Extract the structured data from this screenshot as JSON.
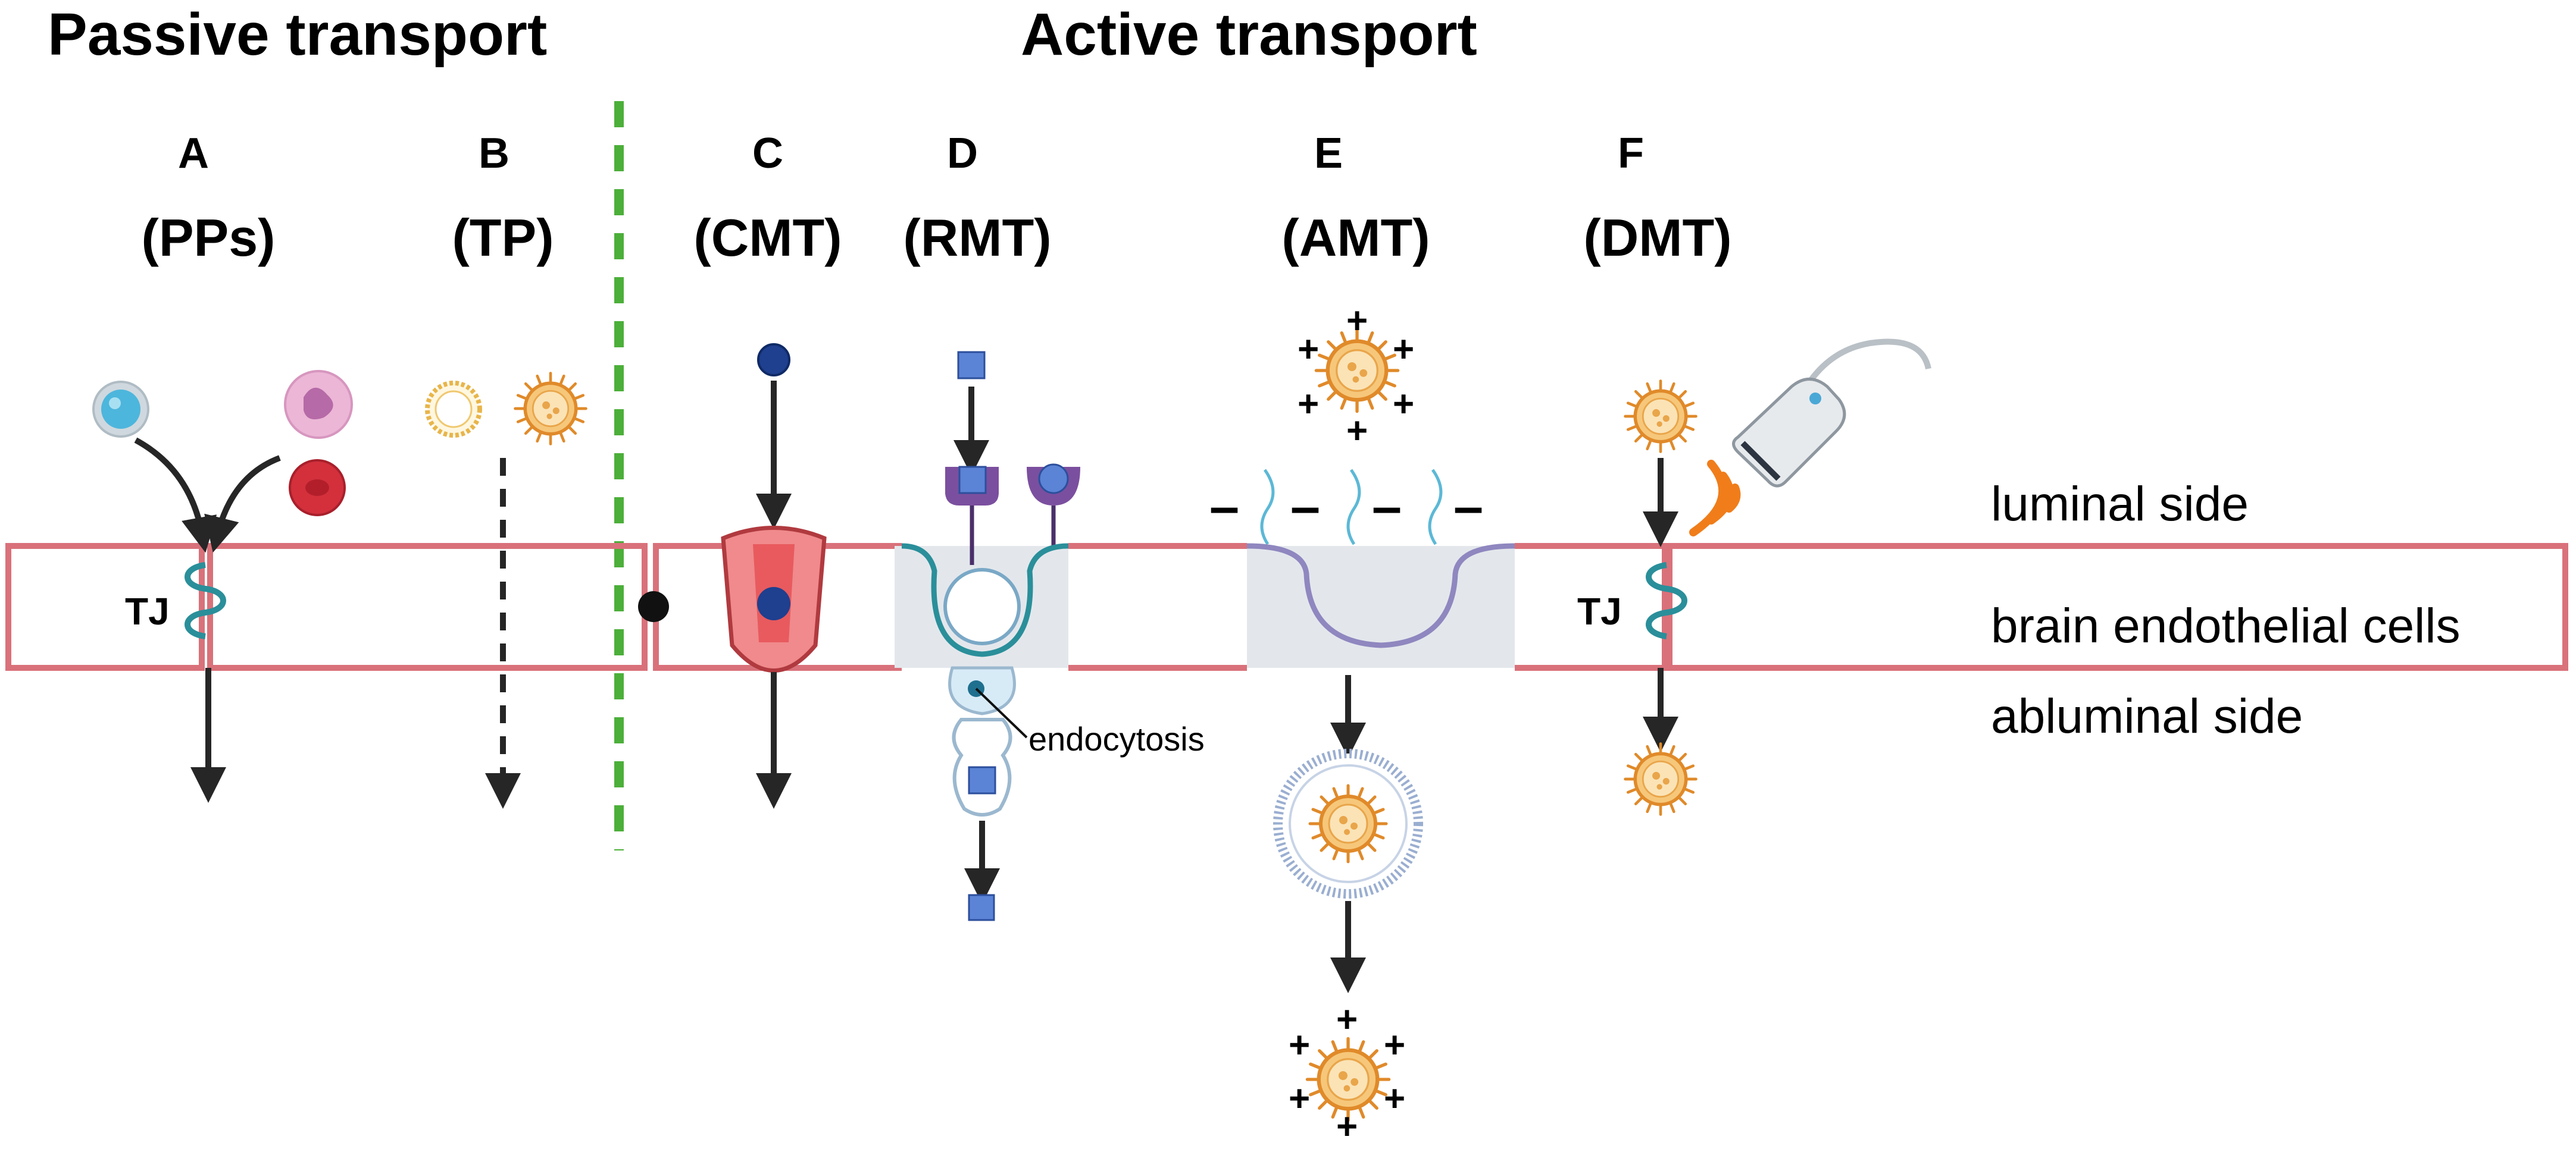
{
  "headings": {
    "passive": "Passive transport",
    "active": "Active transport"
  },
  "mechanisms": [
    {
      "letter": "A",
      "abbr": "(PPs)"
    },
    {
      "letter": "B",
      "abbr": "(TP)"
    },
    {
      "letter": "C",
      "abbr": "(CMT)"
    },
    {
      "letter": "D",
      "abbr": "(RMT)"
    },
    {
      "letter": "E",
      "abbr": "(AMT)"
    },
    {
      "letter": "F",
      "abbr": "(DMT)"
    }
  ],
  "side_labels": {
    "luminal": "luminal side",
    "endothelial": "brain endothelial cells",
    "abluminal": "abluminal side"
  },
  "tight_junction_label": "TJ",
  "endocytosis_label": "endocytosis",
  "charges": {
    "positive": "+",
    "negative": "–"
  },
  "colors": {
    "membrane": "#d9717a",
    "divider": "#4caf3a",
    "arrow": "#262626",
    "tight_junction": "#2a8f9a",
    "vesicle_fill": "#e3e7ec",
    "nanoparticle": "#f0a445",
    "molecule_blue": "#1f3f8f",
    "receptor": "#7b4f9f",
    "ultrasound_wave": "#f07d1a"
  },
  "icons": [
    "blue-cell-icon",
    "white-blood-cell-icon",
    "red-blood-cell-icon",
    "liposome-icon",
    "nanoparticle-icon",
    "carrier-protein-icon",
    "receptor-icon",
    "ultrasound-probe-icon",
    "cationic-nanoparticle-icon"
  ]
}
